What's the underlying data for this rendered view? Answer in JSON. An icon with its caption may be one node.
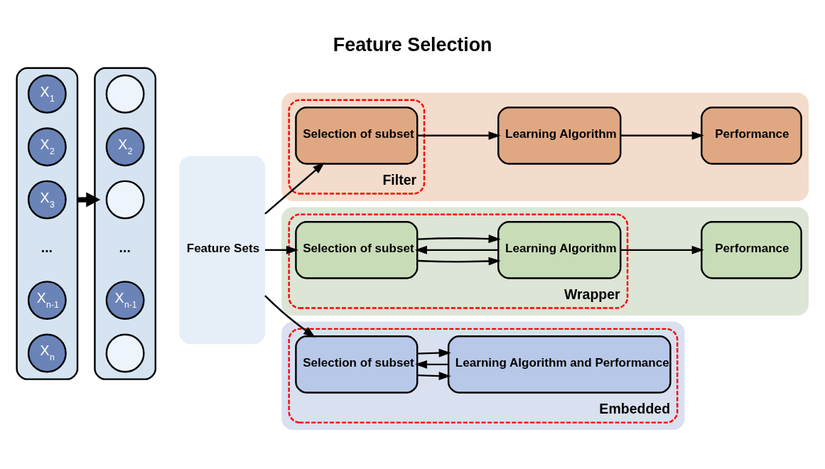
{
  "diagram": {
    "title": "Feature Selection",
    "nodes": [
      {
        "text": [],
        "shape": "box"
      },
      {
        "text": [
          "X$_{1}$"
        ],
        "in": 0
      },
      {
        "text": [
          "X$_{2}$"
        ],
        "in": 0
      },
      {
        "text": [
          "X$_{3}$"
        ],
        "in": 0
      },
      {
        "text": [
          "X$_{n-1}$"
        ],
        "in": 0
      },
      {
        "text": [
          "X$_{n}$"
        ],
        "in": 0
      },
      {
        "text": [],
        "shape": "box"
      },
      {
        "text": [],
        "shape": "circle",
        "in": 6
      },
      {
        "text": [
          "X$_{2}$"
        ],
        "in": 6
      },
      {
        "text": [],
        "shape": "circle",
        "in": 6
      },
      {
        "text": [
          "X$_{n-1}$"
        ],
        "in": 6
      },
      {
        "text": [],
        "shape": "circle",
        "in": 6
      },
      {
        "text": [
          "Feature Sets"
        ]
      },
      {
        "text": [],
        "shape": "box"
      },
      {
        "text": [
          "Filter"
        ],
        "in": 13
      },
      {
        "text": [
          "Selection of subset"
        ],
        "in": 14
      },
      {
        "text": [
          "Learning Algorithm"
        ],
        "in": 13
      },
      {
        "text": [
          "Performance"
        ],
        "in": 13
      },
      {
        "text": [],
        "shape": "box"
      },
      {
        "text": [
          "Wrapper"
        ],
        "in": 18
      },
      {
        "text": [
          "Selection of subset"
        ],
        "in": 19
      },
      {
        "text": [
          "Learning Algorithm"
        ],
        "in": 19
      },
      {
        "text": [
          "Performance"
        ],
        "in": 18
      },
      {
        "text": [],
        "shape": "box"
      },
      {
        "text": [
          "Embedded"
        ],
        "in": 23
      },
      {
        "text": [
          "Selection of subset"
        ],
        "in": 24
      },
      {
        "text": [
          "Learning Algorithm and Performance"
        ],
        "in": 24
      }
    ],
    "edges": [
      {
        "from": 0,
        "to": 6,
        "arrow": "to",
        "style": "thick"
      },
      {
        "from": 12,
        "to": 15,
        "arrow": "to"
      },
      {
        "from": 15,
        "to": 16,
        "arrow": "to"
      },
      {
        "from": 16,
        "to": 17,
        "arrow": "to"
      },
      {
        "from": 12,
        "to": 20,
        "arrow": "to"
      },
      {
        "from": 20,
        "to": 21,
        "arrow": "to"
      },
      {
        "from": 21,
        "to": 20,
        "arrow": "to"
      },
      {
        "from": 20,
        "to": 21,
        "arrow": "to"
      },
      {
        "from": 21,
        "to": 22,
        "arrow": "to"
      },
      {
        "from": 12,
        "to": 25,
        "arrow": "to"
      },
      {
        "from": 25,
        "to": 26,
        "arrow": "to"
      },
      {
        "from": 26,
        "to": 25,
        "arrow": "to"
      },
      {
        "from": 25,
        "to": 26,
        "arrow": "to"
      }
    ],
    "labels": [
      "...",
      "..."
    ]
  }
}
